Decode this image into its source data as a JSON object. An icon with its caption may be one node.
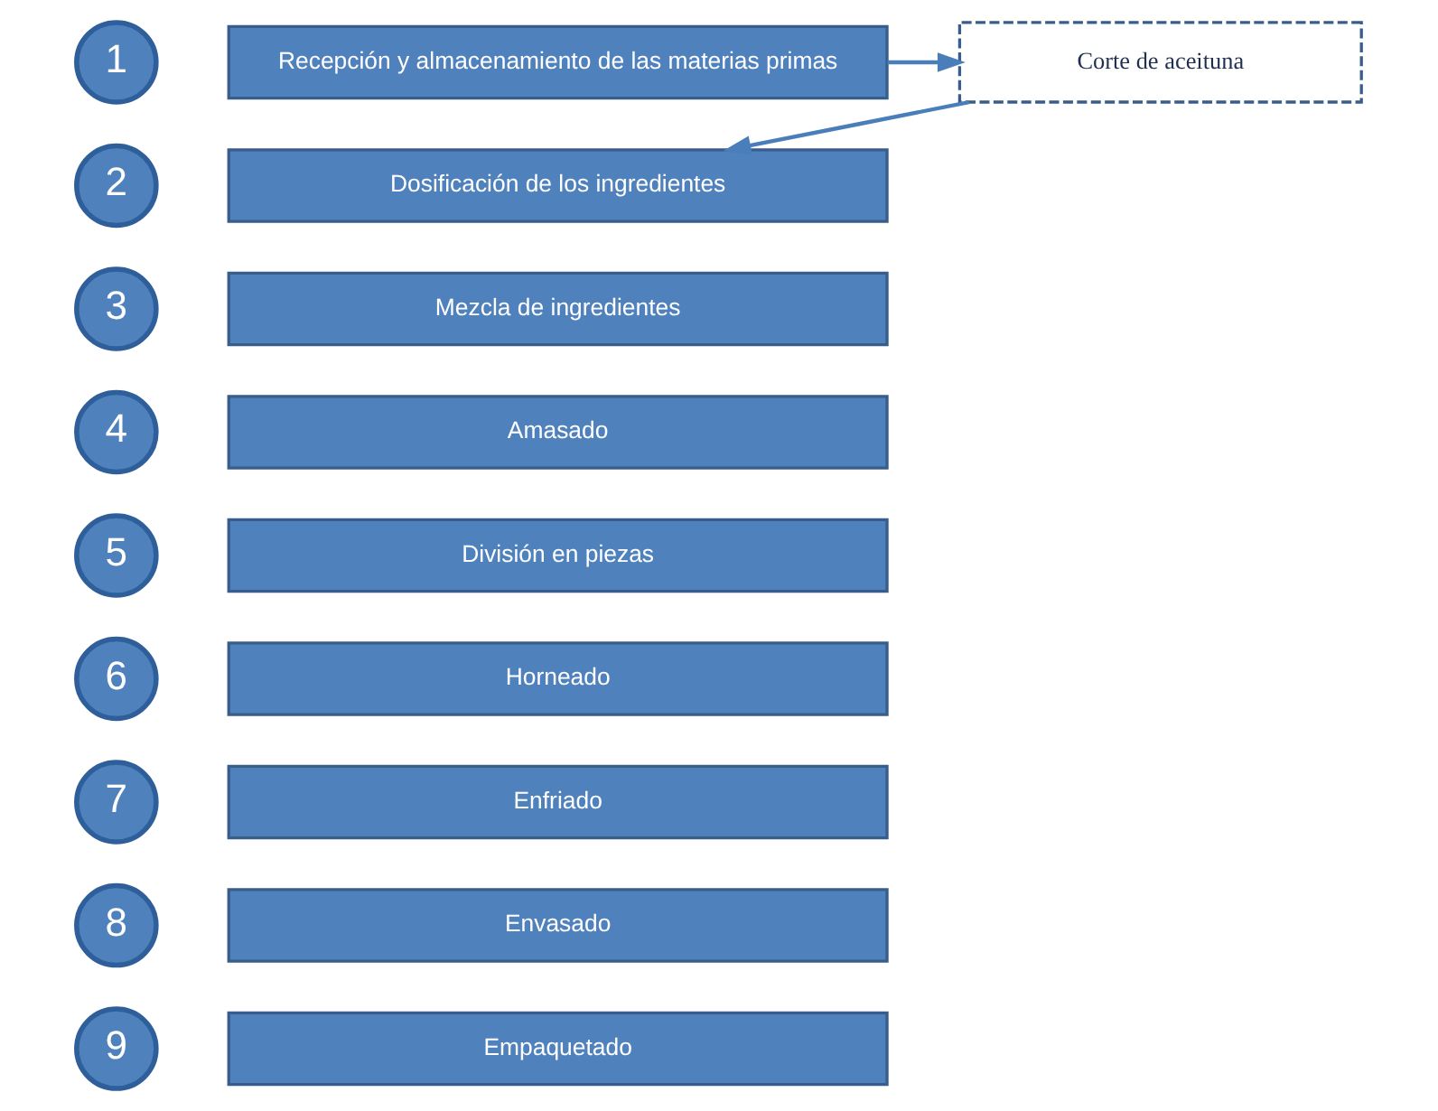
{
  "diagram": {
    "nodes": [
      {
        "text": [
          "1"
        ]
      },
      {
        "text": [
          "Recepción y almacenamiento de las materias primas"
        ]
      },
      {
        "text": [
          "Corte de aceituna"
        ]
      },
      {
        "text": [
          "2"
        ]
      },
      {
        "text": [
          "Dosificación de los ingredientes"
        ]
      },
      {
        "text": [
          "3"
        ]
      },
      {
        "text": [
          "Mezcla de ingredientes"
        ]
      },
      {
        "text": [
          "4"
        ]
      },
      {
        "text": [
          "Amasado"
        ]
      },
      {
        "text": [
          "5"
        ]
      },
      {
        "text": [
          "División en piezas"
        ]
      },
      {
        "text": [
          "6"
        ]
      },
      {
        "text": [
          "Horneado"
        ]
      },
      {
        "text": [
          "7"
        ]
      },
      {
        "text": [
          "Enfriado"
        ]
      },
      {
        "text": [
          "8"
        ]
      },
      {
        "text": [
          "Envasado"
        ]
      },
      {
        "text": [
          "9"
        ]
      },
      {
        "text": [
          "Empaquetado"
        ]
      }
    ],
    "edges": [
      {
        "from": 1,
        "to": 2,
        "arrow": "to"
      },
      {
        "from": 2,
        "to": 4,
        "arrow": "to"
      }
    ]
  }
}
